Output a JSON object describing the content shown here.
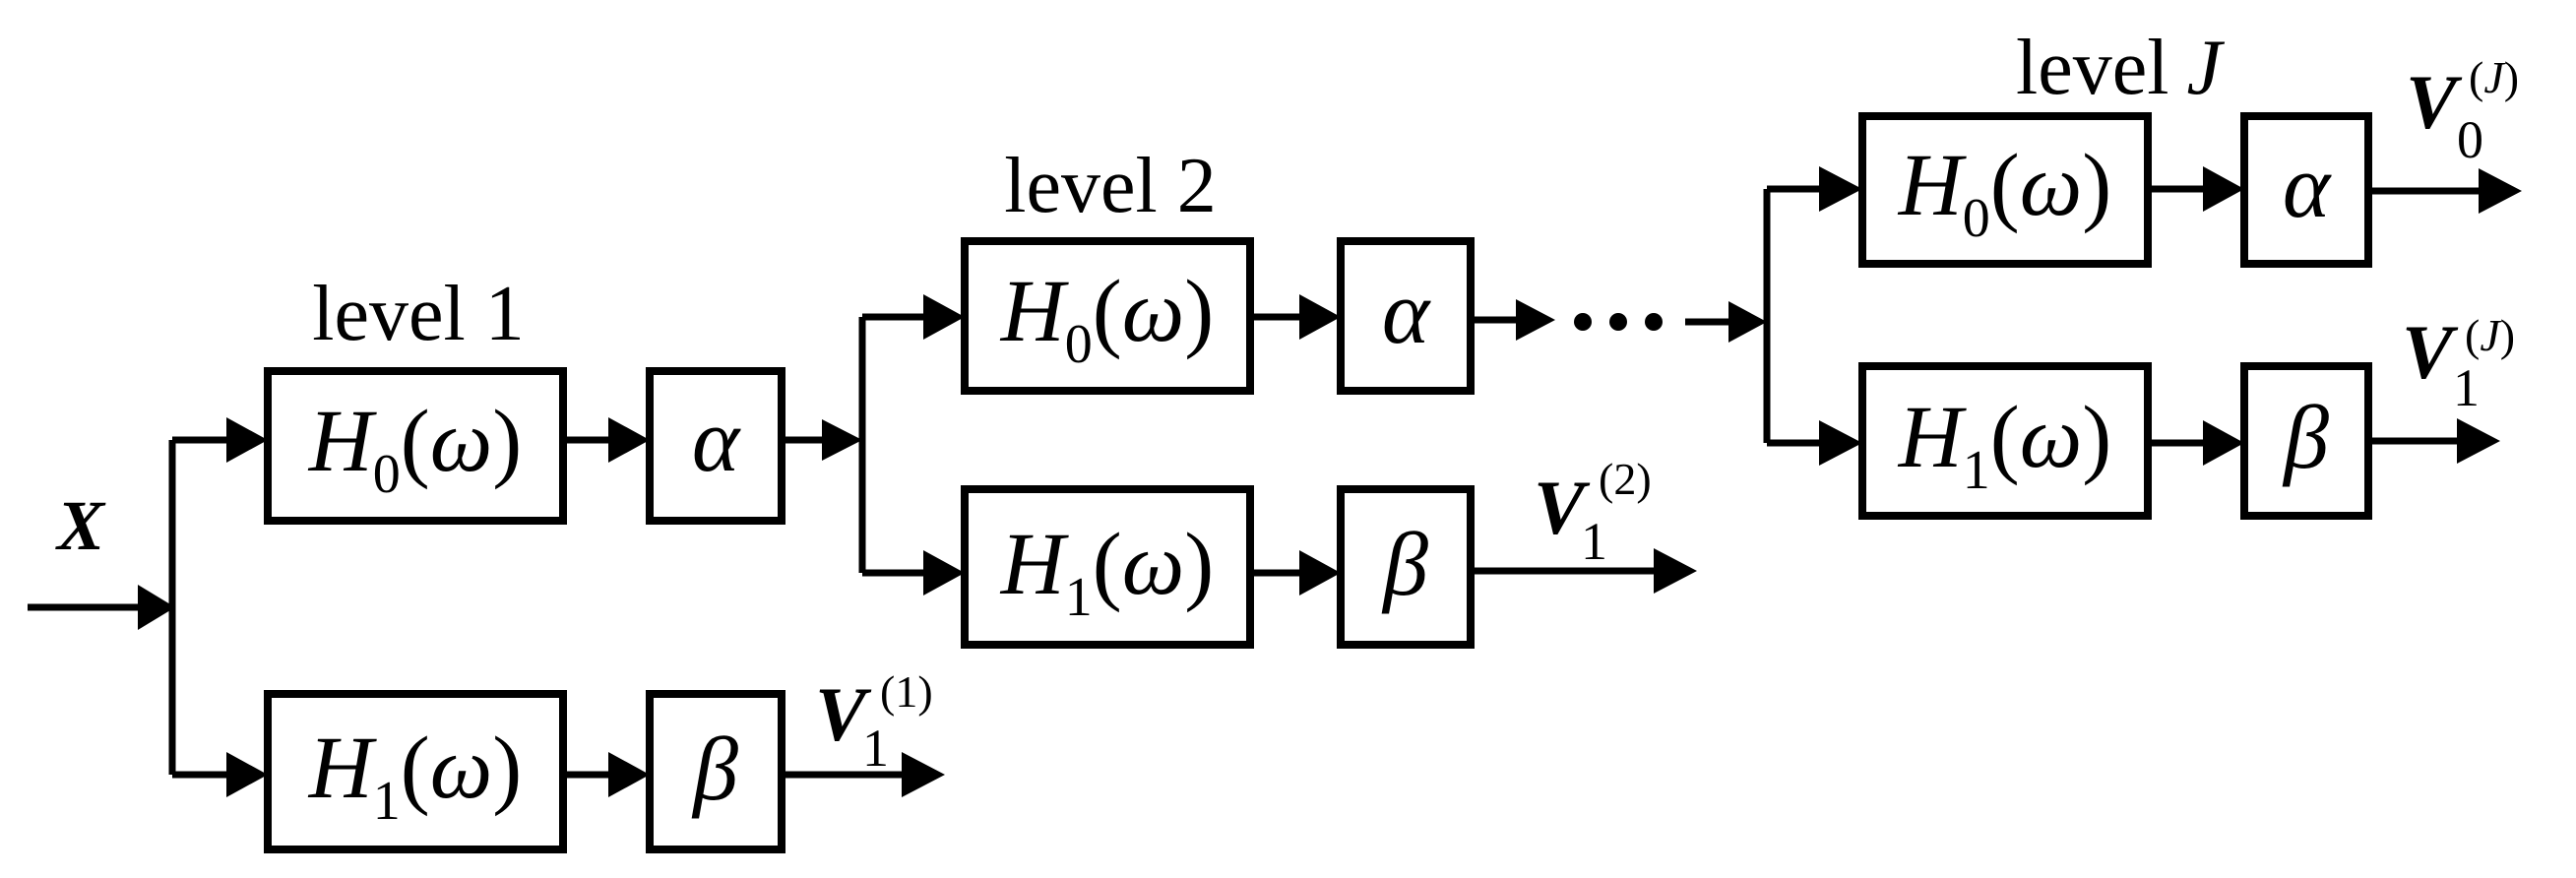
{
  "levels": {
    "l1": "level 1",
    "l2": "level 2",
    "lJ_prefix": "level",
    "lJ_var": "J"
  },
  "input": {
    "label": "X"
  },
  "filter": {
    "H": "H",
    "sub0": "0",
    "sub1": "1",
    "open": "(",
    "omega": "ω",
    "close": ")"
  },
  "scalars": {
    "alpha": "α",
    "beta": "β"
  },
  "outputs": {
    "V": "V",
    "sub0": "0",
    "sub1": "1",
    "sup_1": "(1)",
    "sup_2": "(2)",
    "sup_J_open": "(",
    "sup_J_var": "J",
    "sup_J_close": ")"
  },
  "ellipsis": "•••"
}
